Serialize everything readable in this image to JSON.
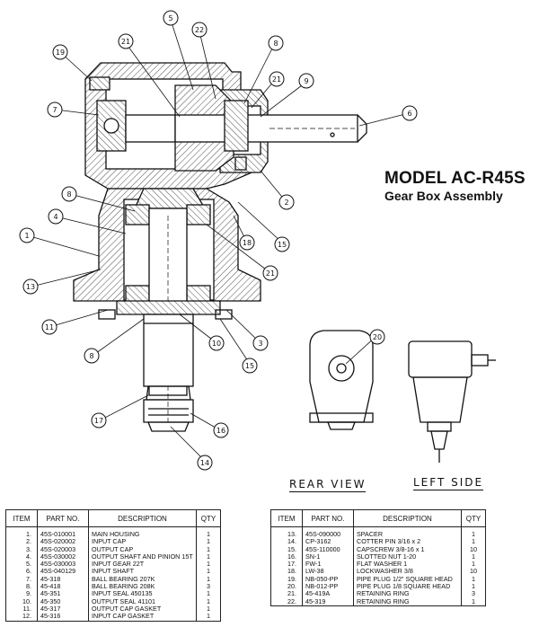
{
  "header": {
    "title": "MODEL AC-R45S",
    "subtitle": "Gear Box Assembly"
  },
  "views": {
    "rear": "REAR VIEW",
    "left": "LEFT SIDE"
  },
  "table": {
    "columns": [
      "ITEM",
      "PART NO.",
      "DESCRIPTION",
      "QTY"
    ],
    "left_rows": [
      [
        "1.",
        "45S-010001",
        "MAIN HOUSING",
        "1"
      ],
      [
        "2.",
        "45S-020002",
        "INPUT CAP",
        "1"
      ],
      [
        "3.",
        "45S-020003",
        "OUTPUT CAP",
        "1"
      ],
      [
        "4.",
        "45S-030002",
        "OUTPUT SHAFT AND PINION 15T",
        "1"
      ],
      [
        "5.",
        "45S-030003",
        "INPUT GEAR 22T",
        "1"
      ],
      [
        "6.",
        "45S-040129",
        "INPUT SHAFT",
        "1"
      ],
      [
        "7.",
        "45-318",
        "BALL BEARING 207K",
        "1"
      ],
      [
        "8.",
        "45-418",
        "BALL BEARING 208K",
        "3"
      ],
      [
        "9.",
        "45-351",
        "INPUT SEAL 450135",
        "1"
      ],
      [
        "10.",
        "45-350",
        "OUTPUT SEAL 41101",
        "1"
      ],
      [
        "11.",
        "45-317",
        "OUTPUT CAP GASKET",
        "1"
      ],
      [
        "12.",
        "45-316",
        "INPUT CAP GASKET",
        "1"
      ]
    ],
    "right_rows": [
      [
        "13.",
        "45S-090000",
        "SPACER",
        "1"
      ],
      [
        "14.",
        "CP-3162",
        "COTTER PIN 3/16 x 2",
        "1"
      ],
      [
        "15.",
        "45S-110000",
        "CAPSCREW 3/8-16 x 1",
        "10"
      ],
      [
        "16.",
        "SN-1",
        "SLOTTED NUT 1-20",
        "1"
      ],
      [
        "17.",
        "FW-1",
        "FLAT WASHER 1",
        "1"
      ],
      [
        "18.",
        "LW-38",
        "LOCKWASHER 3/8",
        "10"
      ],
      [
        "19.",
        "NB-050-PP",
        "PIPE PLUG 1/2\" SQUARE HEAD",
        "1"
      ],
      [
        "20.",
        "NB-012-PP",
        "PIPE PLUG 1/8 SQUARE HEAD",
        "1"
      ],
      [
        "21.",
        "45-419A",
        "RETAINING RING",
        "3"
      ],
      [
        "22.",
        "45-319",
        "RETAINING RING",
        "1"
      ]
    ]
  },
  "callouts": [
    {
      "n": "1"
    },
    {
      "n": "2"
    },
    {
      "n": "3"
    },
    {
      "n": "4"
    },
    {
      "n": "5"
    },
    {
      "n": "6"
    },
    {
      "n": "7"
    },
    {
      "n": "8"
    },
    {
      "n": "8"
    },
    {
      "n": "8"
    },
    {
      "n": "9"
    },
    {
      "n": "10"
    },
    {
      "n": "11"
    },
    {
      "n": "13"
    },
    {
      "n": "14"
    },
    {
      "n": "15"
    },
    {
      "n": "15"
    },
    {
      "n": "16"
    },
    {
      "n": "17"
    },
    {
      "n": "18"
    },
    {
      "n": "19"
    },
    {
      "n": "20"
    },
    {
      "n": "21"
    },
    {
      "n": "21"
    },
    {
      "n": "21"
    },
    {
      "n": "22"
    }
  ]
}
